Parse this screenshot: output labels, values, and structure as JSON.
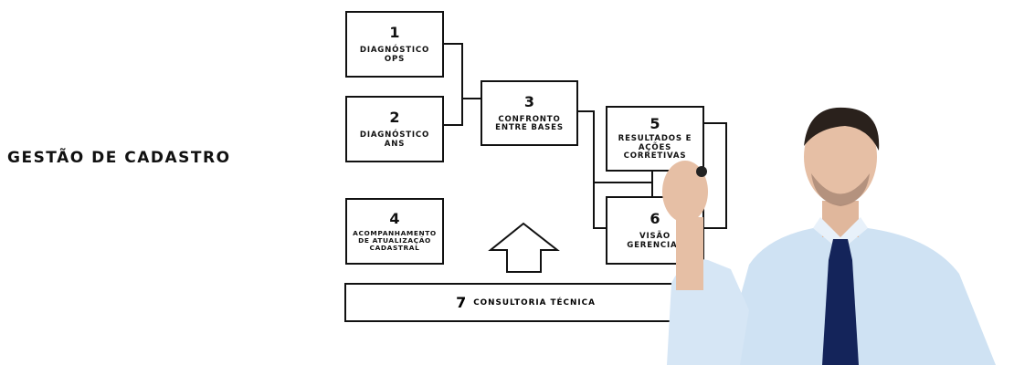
{
  "title": "GESTÃO DE CADASTRO",
  "boxes": [
    {
      "num": "1",
      "label": "DIAGNÓSTICO\nOPS"
    },
    {
      "num": "2",
      "label": "DIAGNÓSTICO\nANS"
    },
    {
      "num": "3",
      "label": "CONFRONTO\nENTRE BASES"
    },
    {
      "num": "4",
      "label": "ACOMPANHAMENTO\nDE ATUALIZAÇÃO\nCADASTRAL"
    },
    {
      "num": "5",
      "label": "RESULTADOS E\nAÇÕES\nCORRETIVAS"
    },
    {
      "num": "6",
      "label": "VISÃO\nGERENCIAL"
    }
  ],
  "bar": {
    "num": "7",
    "label": "CONSULTORIA TÉCNICA"
  },
  "colors": {
    "line": "#111111",
    "background": "#ffffff",
    "shirt": "#cfe2f3",
    "tie": "#14245a"
  },
  "icons": {
    "arrow": "up-arrow-icon",
    "person": "presenter-illustration"
  }
}
